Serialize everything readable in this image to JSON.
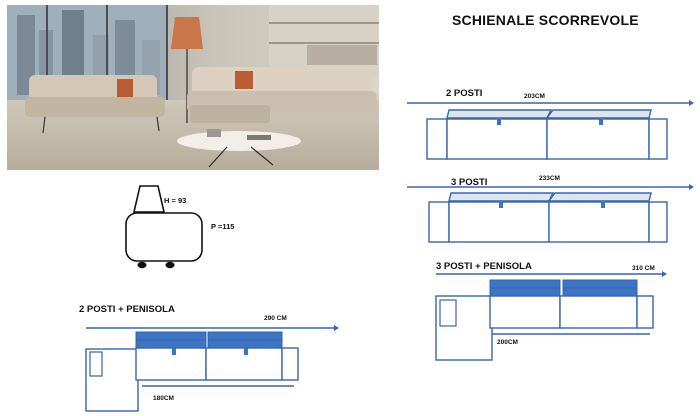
{
  "title": "SCHIENALE SCORREVOLE",
  "profile": {
    "height_label": "H = 93",
    "depth_label": "P =115"
  },
  "configurations": [
    {
      "id": "two_seats",
      "label": "2 POSTI",
      "width_label": "203CM"
    },
    {
      "id": "three_seats",
      "label": "3 POSTI",
      "width_label": "233CM"
    },
    {
      "id": "three_seats_chaise",
      "label": "3 POSTI + PENISOLA",
      "width_label": "310 CM",
      "inner_label": "200CM"
    },
    {
      "id": "two_seats_chaise",
      "label": "2 POSTI + PENISOLA",
      "width_label": "290 CM",
      "inner_label": "180CM"
    }
  ],
  "colors": {
    "line": "#3a65a8",
    "seat_fill": "#3d74c4",
    "backrest_fill": "#dde6ee"
  }
}
